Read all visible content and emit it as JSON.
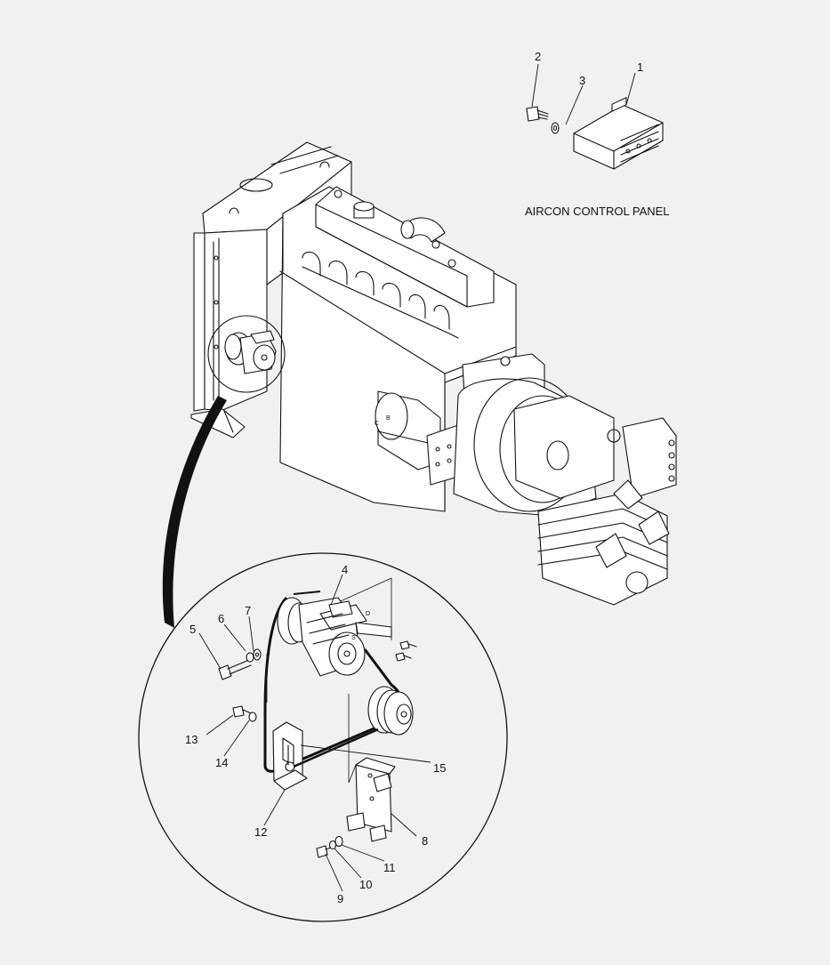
{
  "captions": {
    "aircon_control_panel": "AIRCON CONTROL PANEL"
  },
  "callouts": [
    "1",
    "2",
    "3",
    "4",
    "5",
    "6",
    "7",
    "8",
    "9",
    "10",
    "11",
    "12",
    "13",
    "14",
    "15"
  ],
  "sub_labels": {
    "b": "B",
    "c": "C",
    "d": "D",
    "s": "S"
  }
}
